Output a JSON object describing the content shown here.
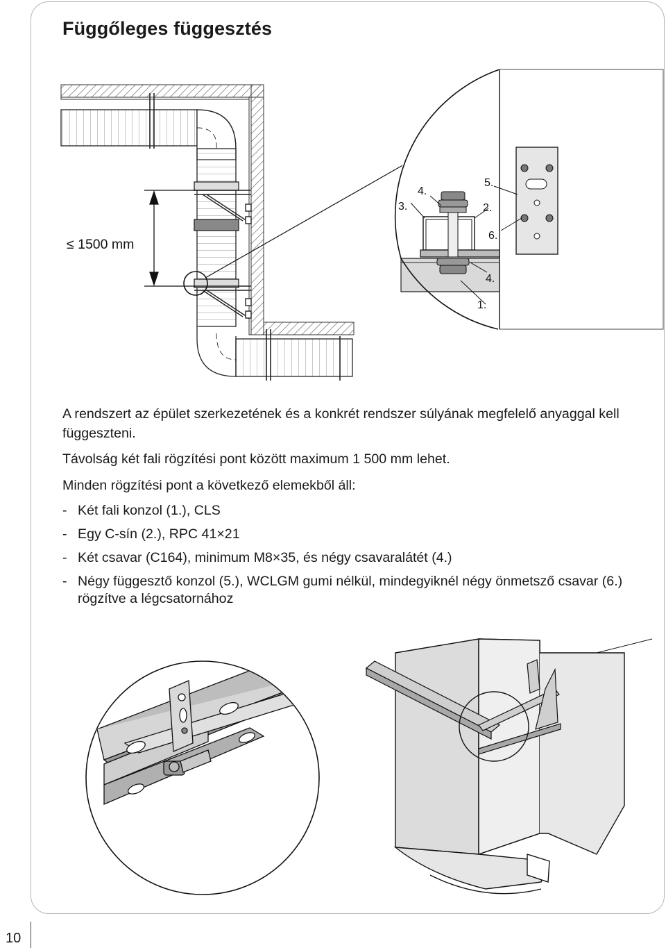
{
  "title": "Függőleges függesztés",
  "dimension_label": "≤ 1500 mm",
  "detail_labels": {
    "l3": "3.",
    "l4a": "4.",
    "l5": "5.",
    "l2": "2.",
    "l6": "6.",
    "l4b": "4.",
    "l1": "1."
  },
  "paragraphs": [
    "A rendszert az épület szerkezetének és a konkrét rendszer súlyának megfelelő anyaggal kell függeszteni.",
    "Távolság két fali rögzítési pont között maximum 1 500 mm lehet.",
    "Minden rögzítési pont a következő elemekből áll:"
  ],
  "list": [
    {
      "dash": "-",
      "text": "Két fali konzol (1.), CLS"
    },
    {
      "dash": "-",
      "text": "Egy C-sín (2.), RPC 41×21"
    },
    {
      "dash": "-",
      "text": "Két csavar (C164), minimum M8×35, és négy csavaralátét (4.)"
    },
    {
      "dash": "-",
      "text": "Négy függesztő konzol (5.), WCLGM gumi nélkül, mindegyiknél négy önmetsző csavar (6.) rögzítve a légcsatornához"
    }
  ],
  "page_number": "10"
}
